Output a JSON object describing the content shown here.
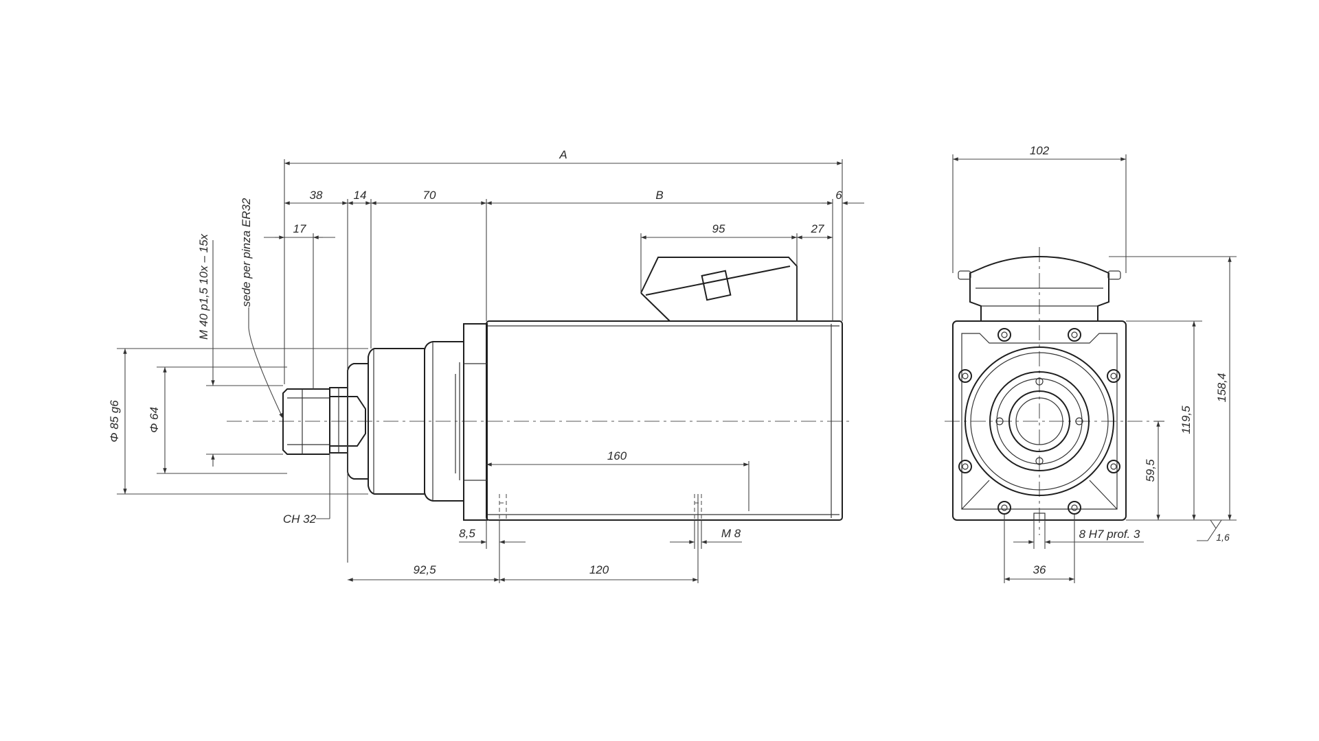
{
  "side_view": {
    "dims": {
      "overall_length": "A",
      "body_length": "B",
      "nose_length": "38",
      "collar_width": "14",
      "front_housing_length": "70",
      "rear_offset": "6",
      "nut_length": "17",
      "box_length": "95",
      "box_rear_offset": "27",
      "mount_span": "160",
      "hole_offset": "8,5",
      "thread_callout": "M 8",
      "front_to_hole": "92,5",
      "hole_spacing": "120"
    },
    "diameters": {
      "flange": "Φ 85 g6",
      "nose": "Φ 64"
    },
    "notes": {
      "thread": "M 40  p1,5 10x – 15x",
      "collet_seat": "sede per pinza ER32",
      "wrench": "CH 32"
    }
  },
  "front_view": {
    "dims": {
      "width": "102",
      "total_height": "158,4",
      "body_height": "119,5",
      "center_height": "59,5",
      "slot_spacing": "36"
    },
    "notes": {
      "slot": "8 H7 prof. 3",
      "roughness": "1,6"
    }
  }
}
